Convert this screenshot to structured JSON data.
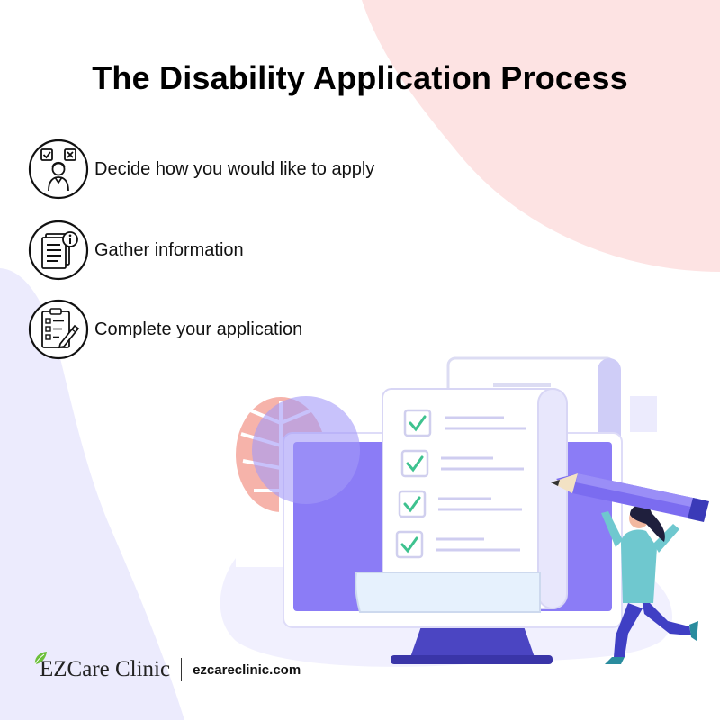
{
  "title": "The Disability Application Process",
  "steps": [
    {
      "icon": "person-checklist-icon",
      "label": "Decide how you would like to apply"
    },
    {
      "icon": "documents-info-icon",
      "label": "Gather information"
    },
    {
      "icon": "clipboard-pencil-icon",
      "label": "Complete your application"
    }
  ],
  "footer": {
    "brand": "EZCare Clinic",
    "website": "ezcareclinic.com"
  },
  "colors": {
    "accent_pink": "#fde3e3",
    "accent_lavender": "#ecebfd",
    "monitor_purple": "#8b7cf6",
    "check_green": "#3ec28f",
    "leaf_coral": "#f6b3aa"
  }
}
